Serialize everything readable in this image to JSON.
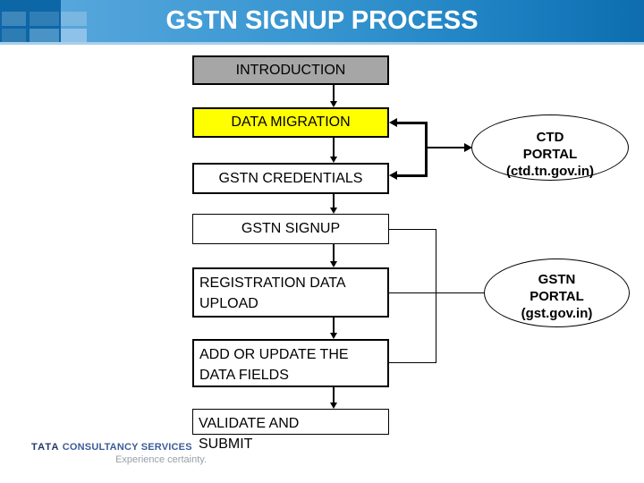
{
  "header": {
    "title": "GSTN SIGNUP PROCESS",
    "colors": {
      "gradient_left": "#5caade",
      "gradient_right": "#0d6dae",
      "logo_block": "#0d66a6",
      "bottom_strip": "#a9cfe9",
      "title_text": "#ffffff"
    }
  },
  "flowchart": {
    "boxes": [
      {
        "id": "introduction",
        "lines": [
          "INTRODUCTION"
        ],
        "fill": "#a6a6a6"
      },
      {
        "id": "data-migration",
        "lines": [
          "DATA MIGRATION"
        ],
        "fill": "#ffff00"
      },
      {
        "id": "gstn-credentials",
        "lines": [
          "GSTN CREDENTIALS"
        ],
        "fill": "#ffffff"
      },
      {
        "id": "gstn-signup",
        "lines": [
          "GSTN SIGNUP"
        ],
        "fill": "#ffffff"
      },
      {
        "id": "registration-data-upload",
        "lines": [
          "REGISTRATION DATA",
          "UPLOAD"
        ],
        "fill": "#ffffff"
      },
      {
        "id": "add-update-fields",
        "lines": [
          "ADD OR UPDATE THE",
          "DATA FIELDS"
        ],
        "fill": "#ffffff"
      },
      {
        "id": "validate-submit",
        "lines": [
          "VALIDATE AND",
          "SUBMIT"
        ],
        "fill": "#ffffff"
      }
    ],
    "portals": [
      {
        "id": "ctd-portal",
        "lines": [
          "CTD",
          "PORTAL",
          "(ctd.tn.gov.in)"
        ]
      },
      {
        "id": "gstn-portal",
        "lines": [
          "GSTN",
          "PORTAL",
          "(gst.gov.in)"
        ]
      }
    ],
    "connector_color": "#000000"
  },
  "footer": {
    "brand_primary": "TATA",
    "brand_secondary": "CONSULTANCY SERVICES",
    "tagline": "Experience certainty.",
    "brand_primary_color": "#24376e",
    "brand_secondary_color": "#3c5c9a",
    "tagline_color": "#98a0a8"
  }
}
